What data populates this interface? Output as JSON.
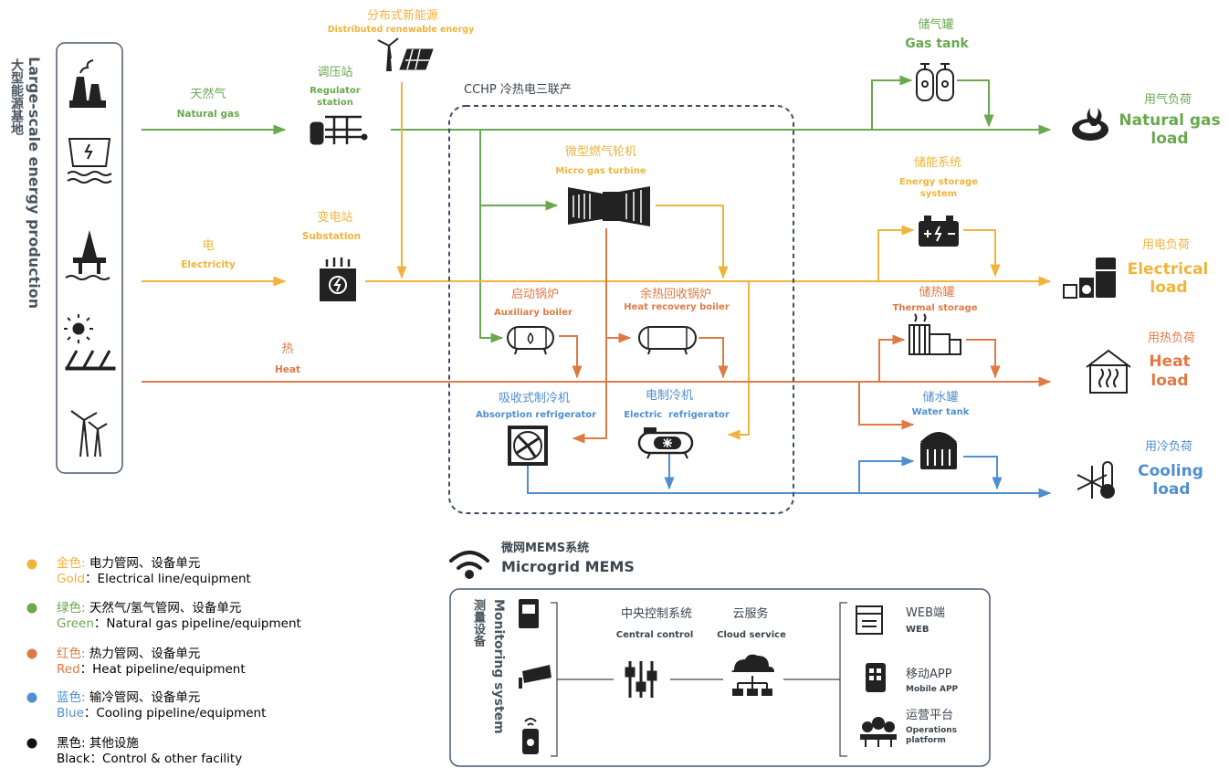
{
  "colors": {
    "gold": "#f0b43c",
    "green": "#6aa84f",
    "red": "#e07a45",
    "blue": "#4f8fd0",
    "black": "#111111",
    "frame": "#4a5a70",
    "text_dark": "#3c4650"
  },
  "production": {
    "title_en": "Large-scale energy production",
    "title_cn": "大型能源基地",
    "icons": [
      "power-plant-icon",
      "hydro-dam-icon",
      "oil-rig-icon",
      "solar-panel-icon",
      "wind-turbine-icon"
    ]
  },
  "inputs": {
    "gas": {
      "cn": "天然气",
      "en": "Natural gas"
    },
    "electricity": {
      "cn": "电",
      "en": "Electricity"
    },
    "heat": {
      "cn": "热",
      "en": "Heat"
    }
  },
  "distributed": {
    "cn": "分布式新能源",
    "en": "Distributed renewable energy"
  },
  "regulator": {
    "cn": "调压站",
    "en1": "Regulator",
    "en2": "station"
  },
  "substation": {
    "cn": "变电站",
    "en": "Substation"
  },
  "cchp": {
    "title": "CCHP 冷热电三联产"
  },
  "equipment": {
    "turbine": {
      "cn": "微型燃气轮机",
      "en": "Micro gas turbine"
    },
    "aux_boiler": {
      "cn": "启动锅炉",
      "en": "Auxiliary boiler"
    },
    "hr_boiler": {
      "cn": "余热回收锅炉",
      "en": "Heat recovery boiler"
    },
    "absorption": {
      "cn": "吸收式制冷机",
      "en": "Absorption refrigerator"
    },
    "electric_ref": {
      "cn": "电制冷机",
      "en": "Electric  refrigerator"
    }
  },
  "storage": {
    "gas_tank": {
      "cn": "储气罐",
      "en": "Gas tank"
    },
    "ess": {
      "cn": "储能系统",
      "en1": "Energy storage",
      "en2": "system"
    },
    "thermal": {
      "cn": "储热罐",
      "en": "Thermal storage"
    },
    "water": {
      "cn": "储水罐",
      "en": "Water tank"
    }
  },
  "loads": {
    "gas": {
      "cn": "用气负荷",
      "en1": "Natural gas",
      "en2": "load"
    },
    "elec": {
      "cn": "用电负荷",
      "en1": "Electrical",
      "en2": "load"
    },
    "heat": {
      "cn": "用热负荷",
      "en1": "Heat",
      "en2": "load"
    },
    "cool": {
      "cn": "用冷负荷",
      "en1": "Cooling",
      "en2": "load"
    }
  },
  "legend": [
    {
      "color": "#f0b43c",
      "cn_color": "金色",
      "cn_desc": "电力管网、设备单元",
      "en_color": "Gold",
      "en_desc": "Electrical line/equipment"
    },
    {
      "color": "#6aa84f",
      "cn_color": "绿色",
      "cn_desc": "天然气/氢气管网、设备单元",
      "en_color": "Green",
      "en_desc": "Natural gas pipeline/equipment"
    },
    {
      "color": "#e07a45",
      "cn_color": "红色",
      "cn_desc": "热力管网、设备单元",
      "en_color": "Red",
      "en_desc": "Heat pipeline/equipment"
    },
    {
      "color": "#4f8fd0",
      "cn_color": "蓝色",
      "cn_desc": "输冷管网、设备单元",
      "en_color": "Blue",
      "en_desc": "Cooling pipeline/equipment"
    },
    {
      "color": "#111111",
      "cn_color": "黑色",
      "cn_desc": "其他设施",
      "en_color": "Black",
      "en_desc": "Control & other facility"
    }
  ],
  "mems": {
    "title_cn": "微网MEMS系统",
    "title_en": "Microgrid MEMS",
    "monitor_en": "Monitoring system",
    "monitor_cn": "测量设备",
    "central_cn": "中央控制系统",
    "central_en": "Central control",
    "cloud_cn": "云服务",
    "cloud_en": "Cloud service",
    "web_cn": "WEB端",
    "web_en": "WEB",
    "app_cn": "移动APP",
    "app_en": "Mobile APP",
    "ops_cn": "运营平台",
    "ops_en1": "Operations",
    "ops_en2": "platform"
  }
}
